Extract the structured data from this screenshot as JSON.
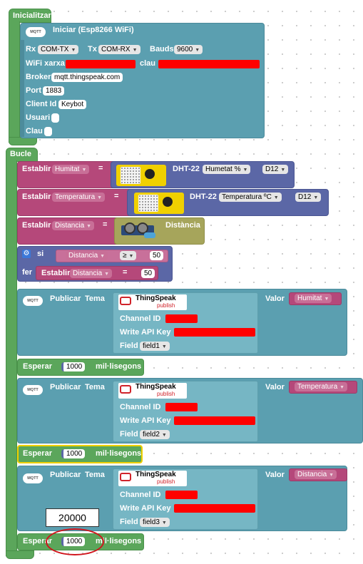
{
  "init": {
    "hat_label": "Inicialitzar",
    "mqtt_icon": "MQTT",
    "iniciar_label": "Iniciar (Esp8266 WiFi)",
    "rx_label": "Rx",
    "rx_value": "COM-TX",
    "tx_label": "Tx",
    "tx_value": "COM-RX",
    "bauds_label": "Bauds",
    "bauds_value": "9600",
    "wifi_label": "WiFi xarxa",
    "clau_label": "clau",
    "broker_label": "Broker",
    "broker_value": "mqtt.thingspeak.com",
    "port_label": "Port",
    "port_value": "1883",
    "client_label": "Client Id",
    "client_value": "Keybot",
    "usuari_label": "Usuari",
    "clau2_label": "Clau"
  },
  "loop": {
    "hat_label": "Bucle",
    "set1": {
      "label": "Establir",
      "var": "Humitat",
      "eq": "=",
      "sensor": "DHT-22",
      "measure": "Humetat %",
      "pin": "D12"
    },
    "set2": {
      "label": "Establir",
      "var": "Temperatura",
      "eq": "=",
      "sensor": "DHT-22",
      "measure": "Temperatura ºC",
      "pin": "D12"
    },
    "set3": {
      "label": "Establir",
      "var": "Distancia",
      "eq": "=",
      "sensor": "Distància"
    },
    "if": {
      "si_label": "si",
      "var": "Distancia",
      "op": "≥",
      "value": "50",
      "fer_label": "fer",
      "set_label": "Establir",
      "set_var": "Distancia",
      "set_eq": "=",
      "set_value": "50"
    },
    "publish_label": "Publicar",
    "tema_label": "Tema",
    "valor_label": "Valor",
    "ts_title": "ThingSpeak",
    "ts_sub": "publish",
    "channel_label": "Channel ID",
    "api_label": "Write API Key",
    "field_label": "Field",
    "pub1": {
      "value": "Humitat",
      "field": "field1"
    },
    "pub2": {
      "value": "Temperatura",
      "field": "field2"
    },
    "pub3": {
      "value": "Distancia",
      "field": "field3"
    },
    "wait_label": "Esperar",
    "wait_unit": "mil·lisegons",
    "wait1": "1000",
    "wait2": "1000",
    "wait3": "1000",
    "overlay_value": "20000"
  },
  "colors": {
    "green": "#5ba65b",
    "teal": "#5b9fb0",
    "pink": "#b5487a",
    "blue": "#5b67a6",
    "redaction": "#ff0000",
    "highlight": "#f0d000"
  }
}
